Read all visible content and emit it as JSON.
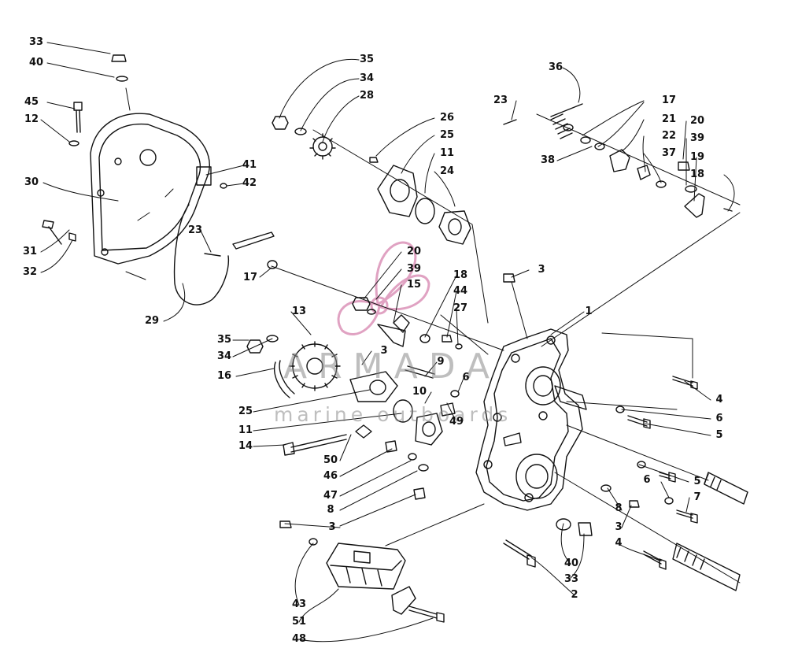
{
  "watermark": {
    "title": "ARMADA",
    "subtitle": "marine outboards",
    "logo_color": "#d98cb3",
    "text_color": "#8a8a8a"
  },
  "callouts": [
    {
      "id": "33-top",
      "text": "33"
    },
    {
      "id": "40-top",
      "text": "40"
    },
    {
      "id": "45",
      "text": "45"
    },
    {
      "id": "12",
      "text": "12"
    },
    {
      "id": "30",
      "text": "30"
    },
    {
      "id": "31",
      "text": "31"
    },
    {
      "id": "32",
      "text": "32"
    },
    {
      "id": "41",
      "text": "41"
    },
    {
      "id": "42",
      "text": "42"
    },
    {
      "id": "23-left",
      "text": "23"
    },
    {
      "id": "17-left",
      "text": "17"
    },
    {
      "id": "29",
      "text": "29"
    },
    {
      "id": "35-top",
      "text": "35"
    },
    {
      "id": "34-top",
      "text": "34"
    },
    {
      "id": "28",
      "text": "28"
    },
    {
      "id": "26",
      "text": "26"
    },
    {
      "id": "25-top",
      "text": "25"
    },
    {
      "id": "11-top",
      "text": "11"
    },
    {
      "id": "24",
      "text": "24"
    },
    {
      "id": "36",
      "text": "36"
    },
    {
      "id": "23-right",
      "text": "23"
    },
    {
      "id": "17-right",
      "text": "17"
    },
    {
      "id": "21",
      "text": "21"
    },
    {
      "id": "22",
      "text": "22"
    },
    {
      "id": "38",
      "text": "38"
    },
    {
      "id": "37",
      "text": "37"
    },
    {
      "id": "20-right",
      "text": "20"
    },
    {
      "id": "39-right",
      "text": "39"
    },
    {
      "id": "19",
      "text": "19"
    },
    {
      "id": "18-right",
      "text": "18"
    },
    {
      "id": "3-a",
      "text": "3"
    },
    {
      "id": "20-mid",
      "text": "20"
    },
    {
      "id": "39-mid",
      "text": "39"
    },
    {
      "id": "15",
      "text": "15"
    },
    {
      "id": "18-mid",
      "text": "18"
    },
    {
      "id": "44",
      "text": "44"
    },
    {
      "id": "27",
      "text": "27"
    },
    {
      "id": "1",
      "text": "1"
    },
    {
      "id": "13",
      "text": "13"
    },
    {
      "id": "35-mid",
      "text": "35"
    },
    {
      "id": "34-mid",
      "text": "34"
    },
    {
      "id": "3-b",
      "text": "3"
    },
    {
      "id": "16",
      "text": "16"
    },
    {
      "id": "9",
      "text": "9"
    },
    {
      "id": "6-a",
      "text": "6"
    },
    {
      "id": "10",
      "text": "10"
    },
    {
      "id": "49",
      "text": "49"
    },
    {
      "id": "25-mid",
      "text": "25"
    },
    {
      "id": "11-mid",
      "text": "11"
    },
    {
      "id": "14",
      "text": "14"
    },
    {
      "id": "50",
      "text": "50"
    },
    {
      "id": "46",
      "text": "46"
    },
    {
      "id": "47",
      "text": "47"
    },
    {
      "id": "8-a",
      "text": "8"
    },
    {
      "id": "3-c",
      "text": "3"
    },
    {
      "id": "4-a",
      "text": "4"
    },
    {
      "id": "6-b",
      "text": "6"
    },
    {
      "id": "5-a",
      "text": "5"
    },
    {
      "id": "6-c",
      "text": "6"
    },
    {
      "id": "5-b",
      "text": "5"
    },
    {
      "id": "7",
      "text": "7"
    },
    {
      "id": "8-b",
      "text": "8"
    },
    {
      "id": "3-d",
      "text": "3"
    },
    {
      "id": "4-b",
      "text": "4"
    },
    {
      "id": "40-bottom",
      "text": "40"
    },
    {
      "id": "33-bottom",
      "text": "33"
    },
    {
      "id": "2",
      "text": "2"
    },
    {
      "id": "43",
      "text": "43"
    },
    {
      "id": "51",
      "text": "51"
    },
    {
      "id": "48",
      "text": "48"
    }
  ]
}
